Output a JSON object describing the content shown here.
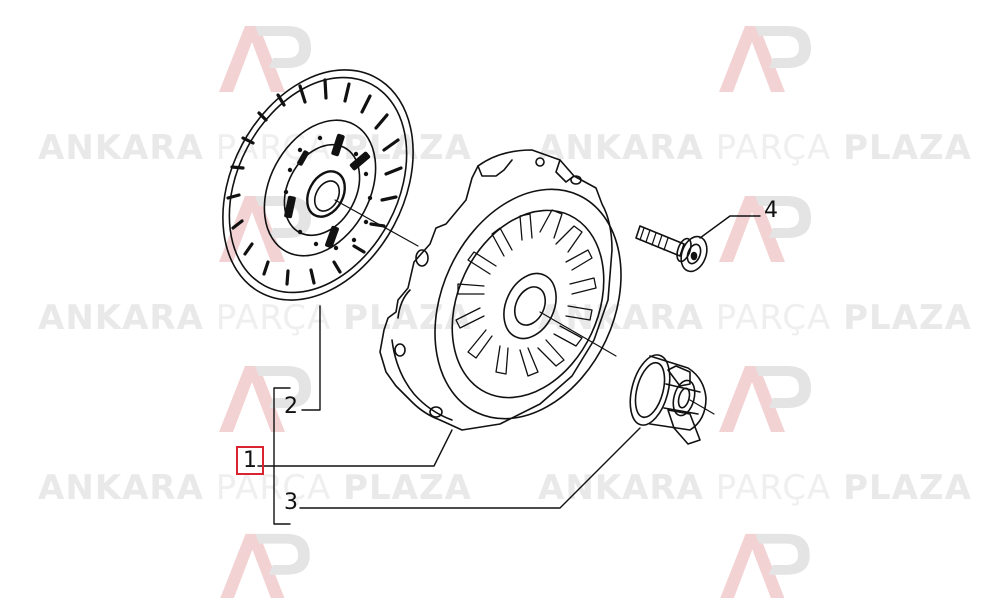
{
  "watermark": {
    "brand_a": "ANKARA",
    "brand_b": "PARÇA",
    "brand_c": "PLAZA",
    "logo": "ap-logo",
    "colors": {
      "logo_red": "#d9232e",
      "logo_gray": "#bdbdbd",
      "text": "#e6e6e6"
    }
  },
  "callouts": {
    "c1": "1",
    "c2": "2",
    "c3": "3",
    "c4": "4"
  },
  "colors": {
    "highlight": "#d9232e",
    "ink": "#111111"
  }
}
